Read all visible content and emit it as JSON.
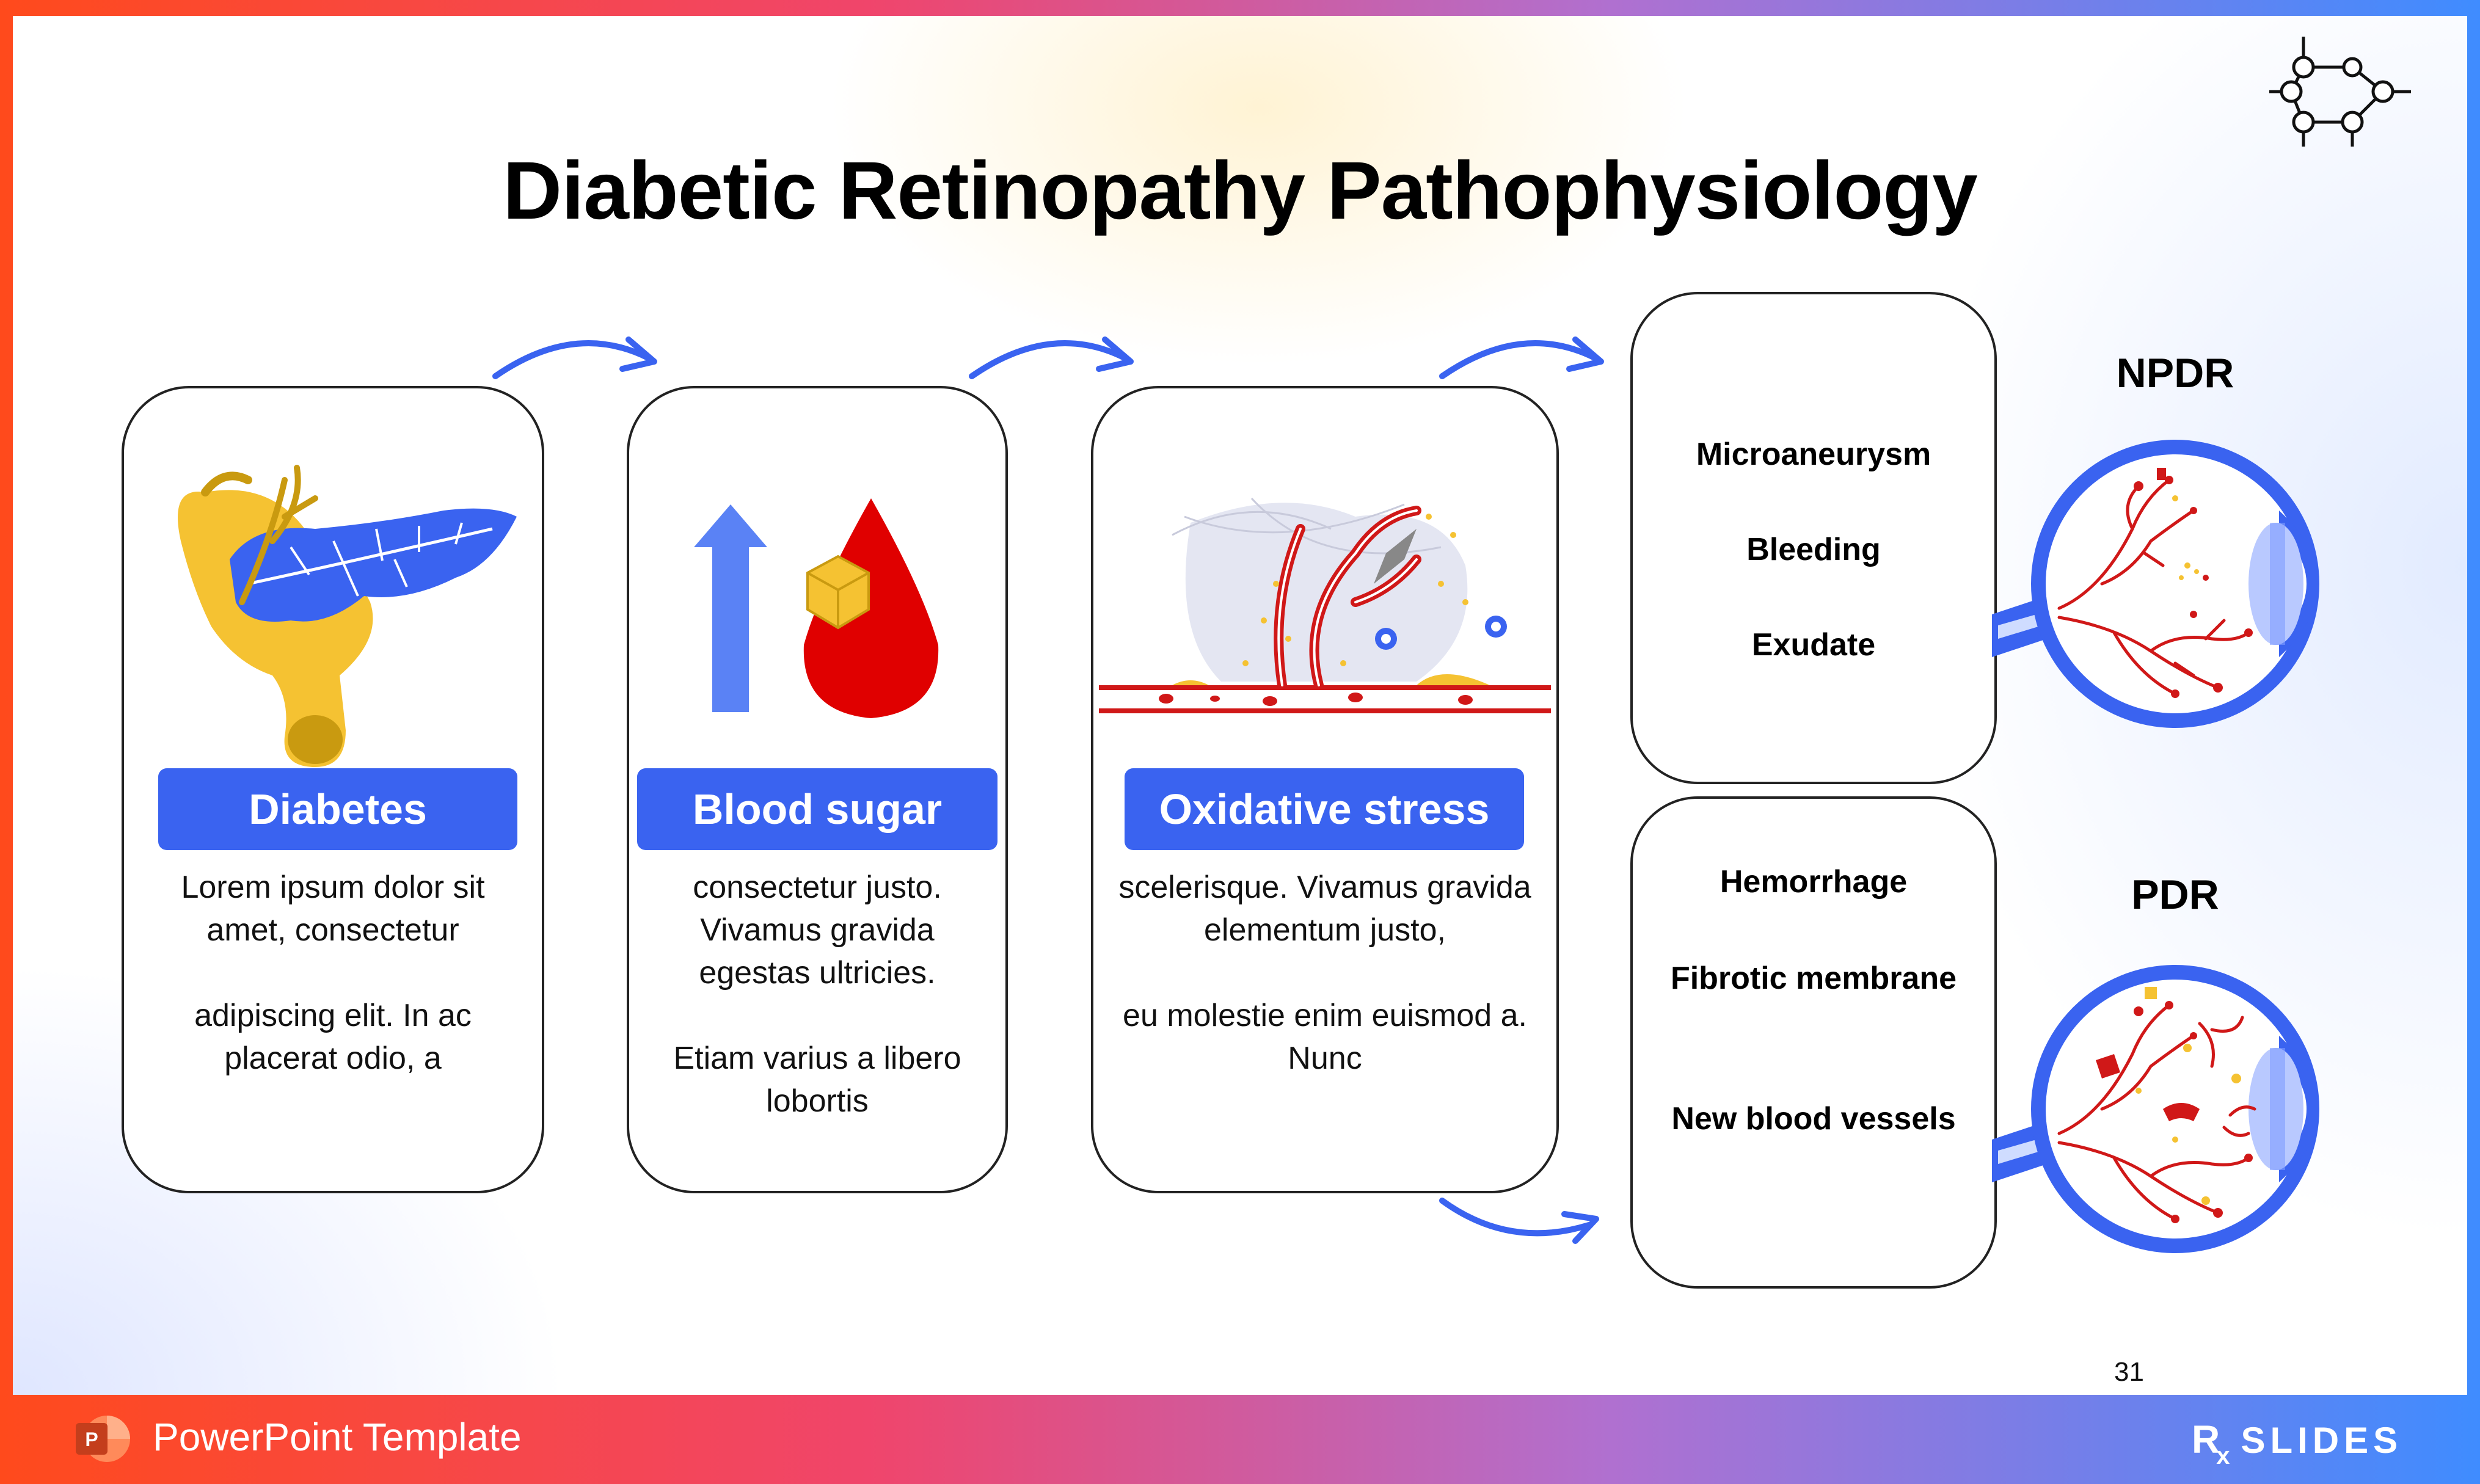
{
  "slide": {
    "title": "Diabetic Retinopathy Pathophysiology",
    "page_number": "31"
  },
  "steps": [
    {
      "label": "Diabetes",
      "para1": "Lorem ipsum dolor sit amet, consectetur",
      "para2": "adipiscing elit. In ac placerat odio, a"
    },
    {
      "label": "Blood sugar",
      "para1": "consectetur justo. Vivamus gravida egestas ultricies.",
      "para2": "Etiam varius a libero lobortis"
    },
    {
      "label": "Oxidative stress",
      "para1": "scelerisque. Vivamus gravida elementum justo,",
      "para2": "eu molestie enim euismod a. Nunc"
    }
  ],
  "outcomes": [
    {
      "heading": "NPDR",
      "items": [
        "Microaneurysm",
        "Bleeding",
        "Exudate"
      ]
    },
    {
      "heading": "PDR",
      "items": [
        "Hemorrhage",
        "Fibrotic membrane",
        "New blood vessels"
      ]
    }
  ],
  "footer": {
    "template_label": "PowerPoint Template",
    "brand": "SLIDES",
    "brand_rx": "R"
  },
  "colors": {
    "accent_blue": "#3a63f0",
    "blood_red": "#e00000",
    "gold": "#f5c232"
  },
  "icons": [
    "pancreas-icon",
    "up-arrow-icon",
    "blood-drop-icon",
    "sugar-cube-icon",
    "blood-vessel-icon",
    "eye-icon",
    "molecule-icon",
    "powerpoint-icon"
  ]
}
